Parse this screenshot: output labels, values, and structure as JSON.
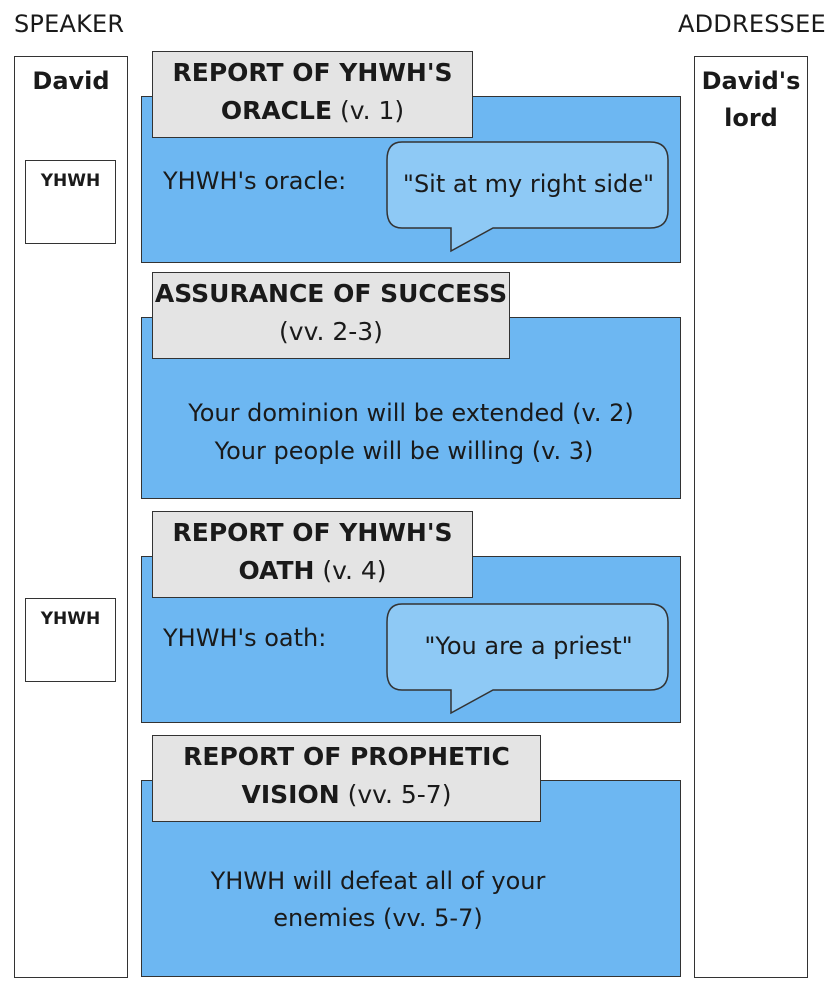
{
  "roles": {
    "speaker": "SPEAKER",
    "addressee": "ADDRESSEE"
  },
  "left_column": {
    "title": "David",
    "boxes": [
      "YHWH",
      "YHWH"
    ]
  },
  "right_column": {
    "title_line1": "David's",
    "title_line2": "lord"
  },
  "sections": [
    {
      "head_bold_1": "REPORT OF YHWH'S",
      "head_bold_2": "ORACLE",
      "head_ref": " (v. 1)",
      "label": "YHWH's oracle:",
      "bubble": "\"Sit at my right side\""
    },
    {
      "head_bold_1": "ASSURANCE OF SUCCESS",
      "head_ref": "(vv. 2-3)",
      "line1": "Your dominion will be extended (v. 2)",
      "line2": "Your people will be willing (v. 3)"
    },
    {
      "head_bold_1": "REPORT OF YHWH'S",
      "head_bold_2": "OATH",
      "head_ref": " (v. 4)",
      "label": "YHWH's oath:",
      "bubble": "\"You are a priest\""
    },
    {
      "head_bold_1": "REPORT OF PROPHETIC",
      "head_bold_2": "VISION",
      "head_ref": " (vv. 5-7)",
      "line1": "YHWH will defeat all of your",
      "line2": "enemies (vv. 5-7)"
    }
  ],
  "colors": {
    "panel": "#6db7f2",
    "bubble": "#8ec9f5",
    "head": "#e4e4e4"
  }
}
